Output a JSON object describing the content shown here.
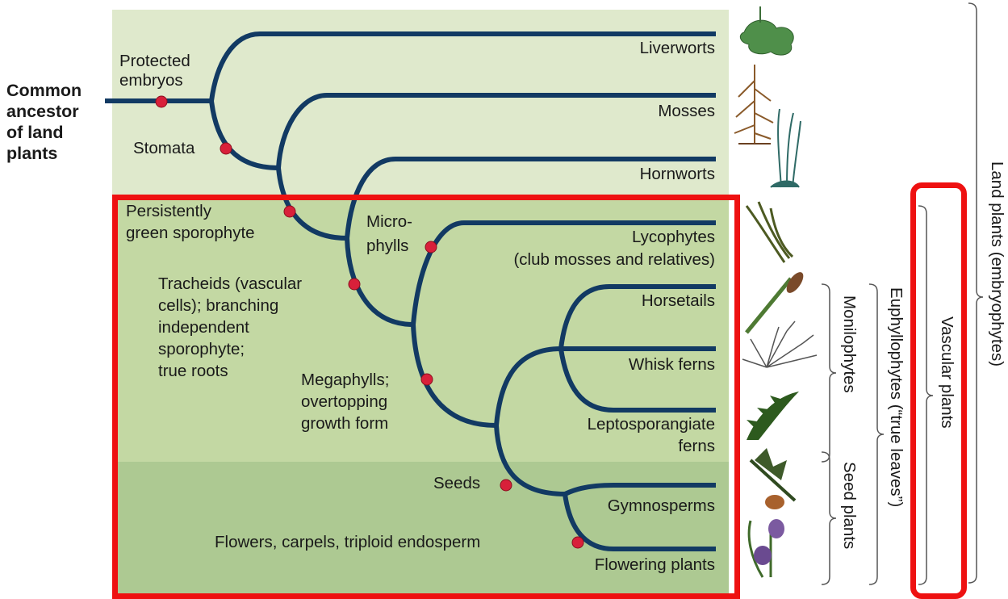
{
  "root_label": [
    "Common",
    "ancestor",
    "of land",
    "plants"
  ],
  "taxa": {
    "liverworts": "Liverworts",
    "mosses": "Mosses",
    "hornworts": "Hornworts",
    "lycophytes_1": "Lycophytes",
    "lycophytes_2": "(club mosses and relatives)",
    "horsetails": "Horsetails",
    "whisk_ferns": "Whisk ferns",
    "lepto_1": "Leptosporangiate",
    "lepto_2": "ferns",
    "gymnosperms": "Gymnosperms",
    "flowering": "Flowering plants"
  },
  "traits": {
    "protected": [
      "Protected",
      "embryos"
    ],
    "stomata": "Stomata",
    "persistently": [
      "Persistently",
      "green sporophyte"
    ],
    "microphylls": [
      "Micro-",
      "phylls"
    ],
    "tracheids": [
      "Tracheids (vascular",
      "cells); branching",
      "independent",
      "sporophyte;",
      "true roots"
    ],
    "megaphylls": [
      "Megaphylls;",
      "overtopping",
      "growth form"
    ],
    "seeds": "Seeds",
    "flowers": "Flowers, carpels, triploid endosperm"
  },
  "groups": {
    "monilophytes": "Monilophytes",
    "seed_plants": "Seed plants",
    "euphyllophytes": "Euphyllophytes (“true leaves”)",
    "vascular": "Vascular plants",
    "land_plants": "Land plants (embryophytes)"
  },
  "colors": {
    "band_top": "#dfe9cc",
    "band_middle": "#c3d8a3",
    "band_bottom": "#adc992",
    "branch": "#123a63",
    "trait_dot": "#d8203a",
    "highlight": "#ee1111"
  }
}
